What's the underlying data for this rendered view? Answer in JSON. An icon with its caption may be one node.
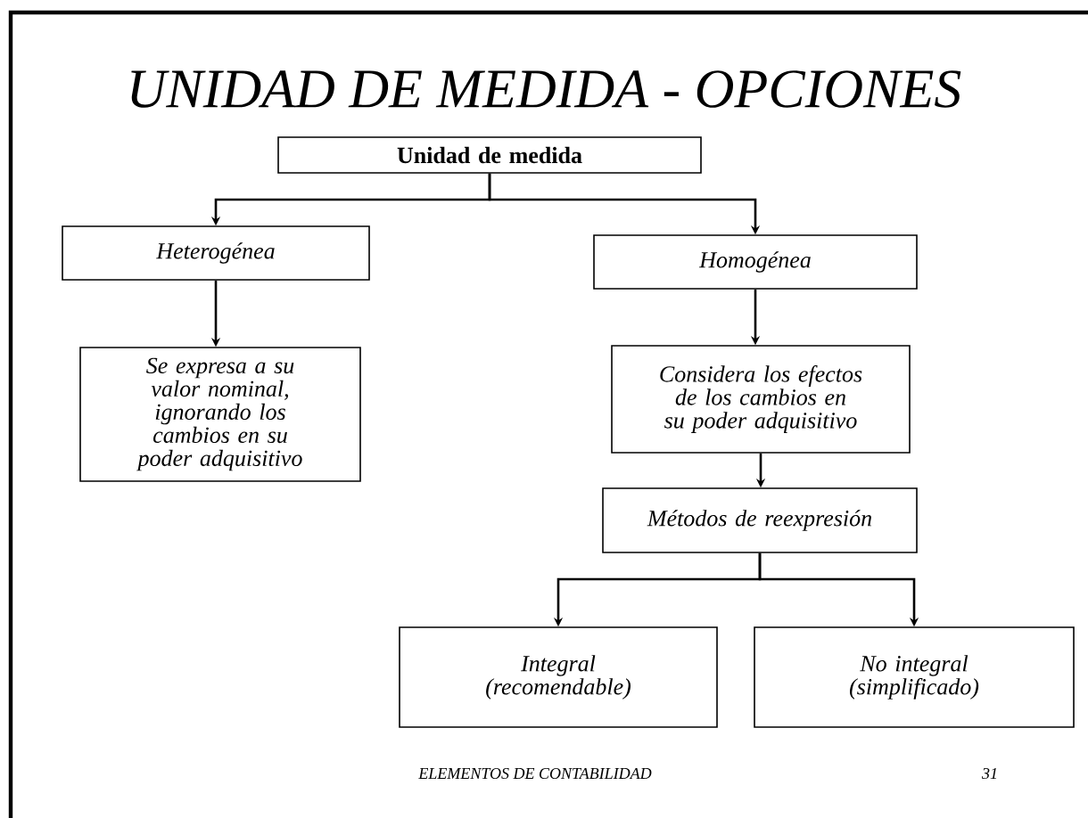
{
  "diagram": {
    "title": "UNIDAD DE MEDIDA - OPCIONES",
    "nodes": [
      {
        "text": [
          "Unidad de medida"
        ]
      },
      {
        "text": [
          "Heterogénea"
        ]
      },
      {
        "text": [
          "Homogénea"
        ]
      },
      {
        "text": [
          "Se expresa a su valor nominal, ignorando los cambios en su poder adquisitivo"
        ]
      },
      {
        "text": [
          "Considera los efectos de los cambios en su poder adquisitivo"
        ]
      },
      {
        "text": [
          "Métodos de reexpresión"
        ]
      },
      {
        "text": [
          "Integral (recomendable)"
        ]
      },
      {
        "text": [
          "No integral (simplificado)"
        ]
      }
    ],
    "edges": [
      {
        "from": 0,
        "to": 1,
        "arrow": "to"
      },
      {
        "from": 0,
        "to": 2,
        "arrow": "to"
      },
      {
        "from": 1,
        "to": 3,
        "arrow": "to"
      },
      {
        "from": 2,
        "to": 4,
        "arrow": "to"
      },
      {
        "from": 4,
        "to": 5,
        "arrow": "to"
      },
      {
        "from": 5,
        "to": 6,
        "arrow": "to"
      },
      {
        "from": 5,
        "to": 7,
        "arrow": "to"
      }
    ],
    "labels": [
      "ELEMENTOS DE CONTABILIDAD",
      "31"
    ]
  }
}
